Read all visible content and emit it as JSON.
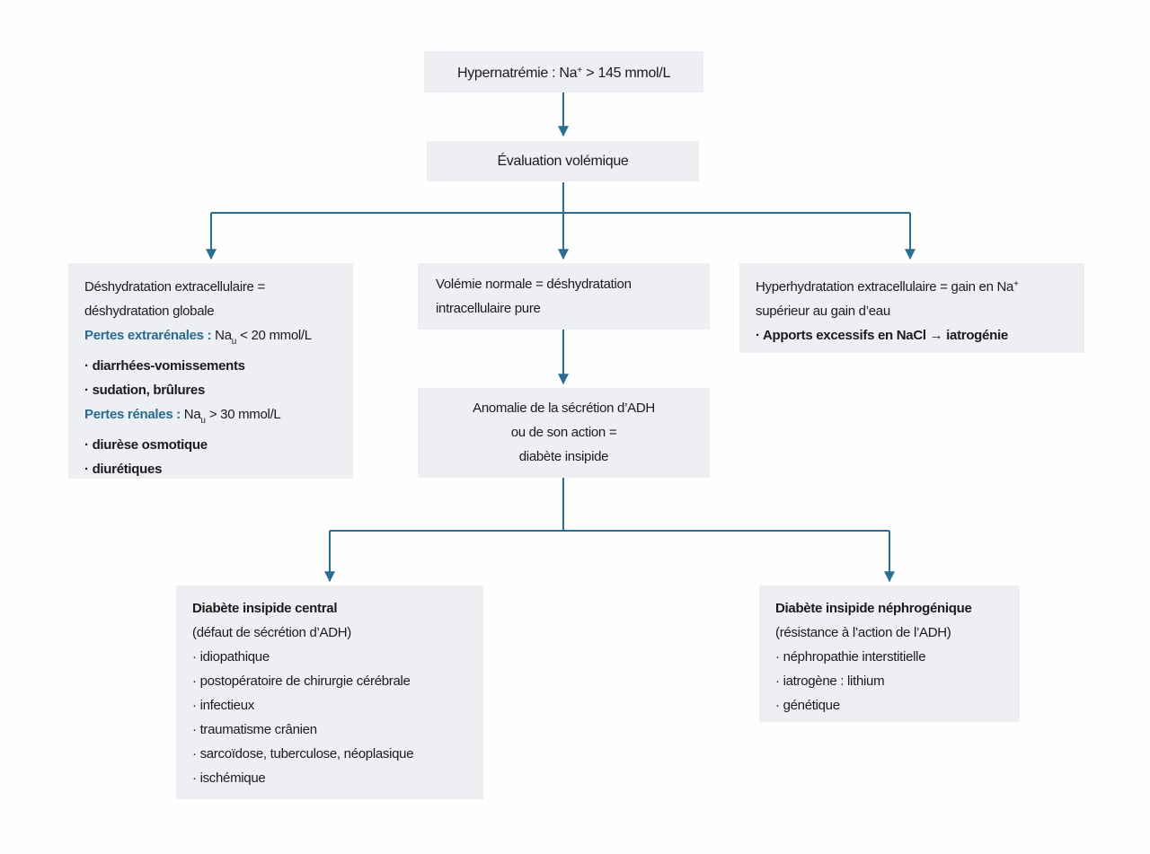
{
  "colors": {
    "node_background": "#edeff2",
    "accent_text": "#2a6d92",
    "arrow": "#2b6e93",
    "body_text": "#1b1b1d",
    "page_background": "#fefefe"
  },
  "flowchart": {
    "root": {
      "pre": "Hypernatrémie : Na",
      "sup": "+",
      "post": " > 145 mmol/L"
    },
    "evaluation": {
      "label": "Évaluation volémique"
    },
    "left_box": {
      "line1": "Déshydratation extracellulaire =",
      "line2": "déshydratation globale",
      "extrarenal": {
        "label": "Pertes extrarénales :",
        "na": " Na",
        "sub": "u",
        "rest": " < 20 mmol/L"
      },
      "bullets_extrarenal": [
        "· diarrhées-vomissements",
        "· sudation, brûlures"
      ],
      "renal": {
        "label": "Pertes rénales :",
        "na": " Na",
        "sub": "u",
        "rest": " > 30 mmol/L"
      },
      "bullets_renal": [
        "· diurèse osmotique",
        "· diurétiques"
      ]
    },
    "middle_box": {
      "line1": "Volémie normale = déshydratation",
      "line2": "intracellulaire pure"
    },
    "right_box": {
      "line1_pre": "Hyperhydratation extracellulaire = gain en Na",
      "line1_sup": "+",
      "line2": "supérieur au gain d’eau",
      "bullet": "· Apports excessifs en NaCl → iatrogénie"
    },
    "adh_box": {
      "line1": "Anomalie de la sécrétion d’ADH",
      "line2": "ou de son action =",
      "line3": "diabète insipide"
    },
    "central_box": {
      "title": "Diabète insipide central",
      "subtitle": "(défaut de sécrétion d’ADH)",
      "bullets": [
        "· idiopathique",
        "· postopératoire de chirurgie cérébrale",
        "· infectieux",
        "· traumatisme crânien",
        "· sarcoïdose, tuberculose, néoplasique",
        "· ischémique"
      ]
    },
    "nephro_box": {
      "title": "Diabète insipide néphrogénique",
      "subtitle": "(résistance à l’action de l’ADH)",
      "bullets": [
        "· néphropathie interstitielle",
        "· iatrogène : lithium",
        "· génétique"
      ]
    }
  }
}
